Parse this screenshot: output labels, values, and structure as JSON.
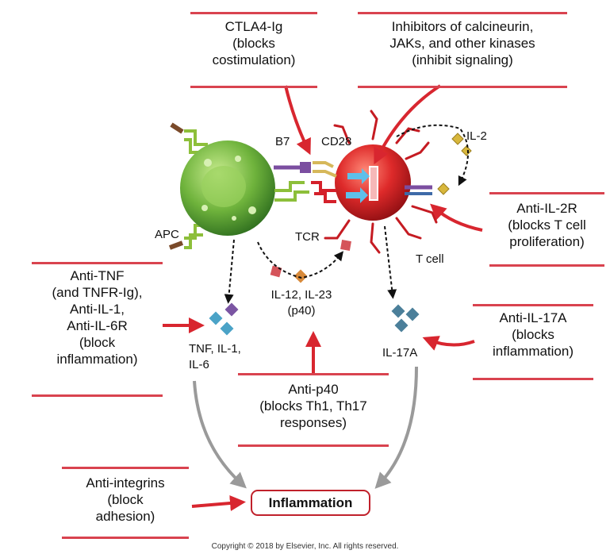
{
  "boxes": {
    "ctla4": [
      "CTLA4-Ig",
      "(blocks",
      "costimulation)"
    ],
    "kinase": [
      "Inhibitors of calcineurin,",
      "JAKs, and other kinases",
      "(inhibit signaling)"
    ],
    "il2r": [
      "Anti-IL-2R",
      "(blocks T cell",
      "proliferation)"
    ],
    "tnf": [
      "Anti-TNF",
      "(and TNFR-Ig),",
      "Anti-IL-1,",
      "Anti-IL-6R",
      "(block",
      "inflammation)"
    ],
    "il17a": [
      "Anti-IL-17A",
      "(blocks",
      "inflammation)"
    ],
    "p40": [
      "Anti-p40",
      "(blocks Th1, Th17",
      "responses)"
    ],
    "integrin": [
      "Anti-integrins",
      "(block",
      "adhesion)"
    ]
  },
  "labels": {
    "b7": "B7",
    "cd28": "CD28",
    "il2": "IL-2",
    "apc": "APC",
    "tcr": "TCR",
    "tcell": "T cell",
    "il12": [
      "IL-12, IL-23",
      "(p40)"
    ],
    "tnf_out": [
      "TNF, IL-1,",
      "IL-6"
    ],
    "il17_out": "IL-17A"
  },
  "inflammation": "Inflammation",
  "copyright": "Copyright © 2018 by Elsevier, Inc. All rights reserved.",
  "colors": {
    "accent_red": "#d9434f",
    "arrow_red": "#d8262f",
    "apc_green": "#6ab53a",
    "tcell_red": "#d4202a",
    "receptor_green": "#8dbf3a",
    "cytokine_blue": "#4ba3c7",
    "cytokine_purple": "#7b55a3",
    "il2_gold": "#d8b73c",
    "il17_blue": "#4b7f9a"
  }
}
